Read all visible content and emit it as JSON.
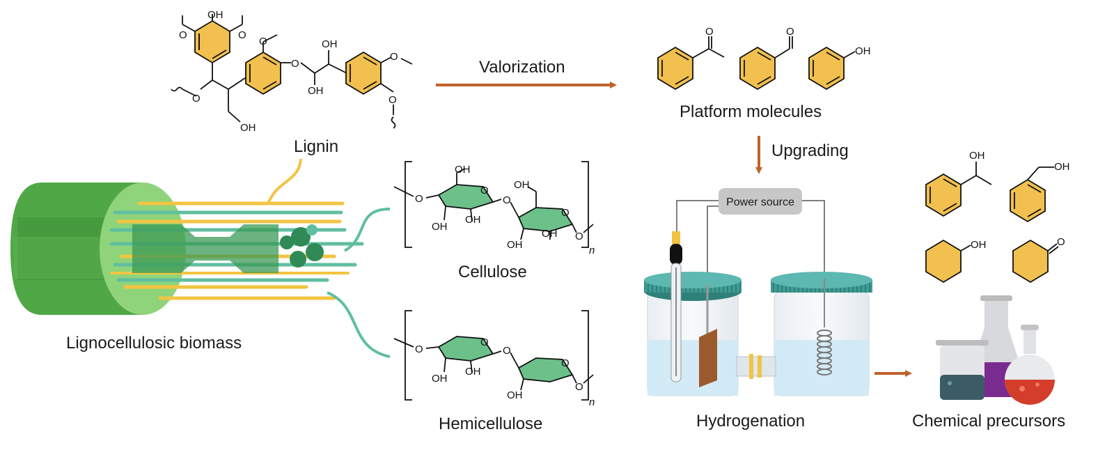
{
  "labels": {
    "lignin": "Lignin",
    "biomass": "Lignocellulosic biomass",
    "cellulose": "Cellulose",
    "hemicellulose": "Hemicellulose",
    "valorization": "Valorization",
    "platform": "Platform molecules",
    "upgrading": "Upgrading",
    "power": "Power source",
    "hydrogenation": "Hydrogenation",
    "precursors": "Chemical precursors",
    "repeat_n": "n"
  },
  "chem": {
    "oh": "OH",
    "o": "O"
  },
  "colors": {
    "ring_fill": "#f2c04e",
    "sugar_green": "#6cc08a",
    "arrow": "#c0622a",
    "cap": "#3e9c95",
    "biomass_green": "#4fa845",
    "fiber_yellow": "#f3c442",
    "fiber_teal": "#5fbfa0"
  },
  "icons": [
    "benzene-ring-icon",
    "cyclohexane-ring-icon",
    "electrochemical-cell-icon",
    "beaker-icon",
    "erlenmeyer-flask-icon",
    "round-flask-icon",
    "fiber-bundle-icon"
  ]
}
